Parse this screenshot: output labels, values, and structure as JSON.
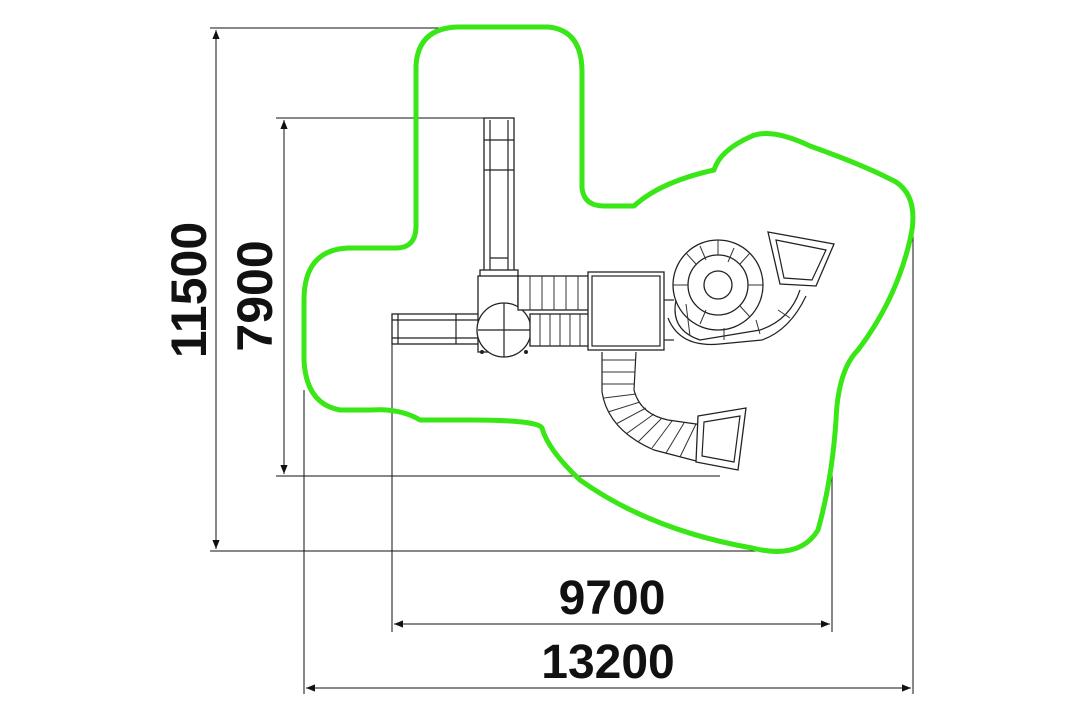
{
  "drawing": {
    "dimensions": {
      "total_height": "11500",
      "equipment_height": "7900",
      "equipment_width": "9700",
      "total_width": "13200"
    },
    "colors": {
      "safety_zone": "#39e616",
      "lines": "#111111",
      "background": "#ffffff"
    }
  }
}
